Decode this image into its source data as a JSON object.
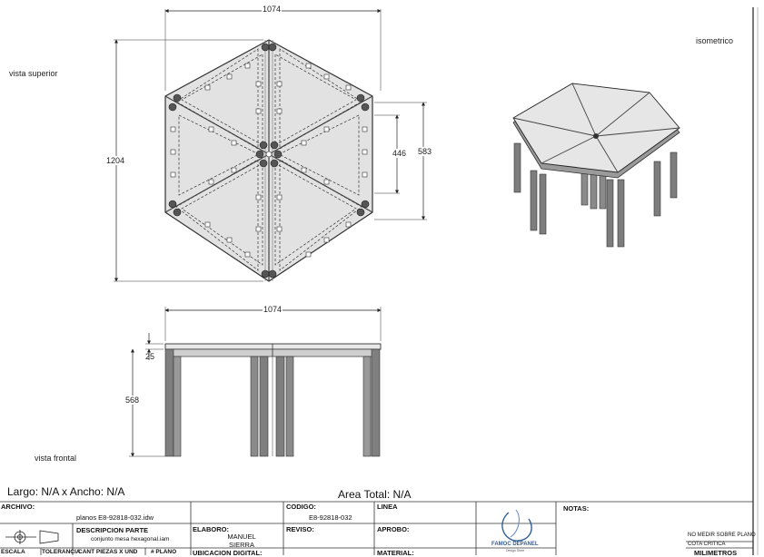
{
  "views": {
    "top_label": "vista superior",
    "iso_label": "isometrico",
    "front_label": "vista frontal"
  },
  "dimensions": {
    "top_width": "1074",
    "top_height": "1204",
    "side_outer": "583",
    "side_inner": "446",
    "front_width": "1074",
    "front_top": "25",
    "front_height": "568"
  },
  "summary": {
    "size": "Largo: N/A x Ancho: N/A",
    "area": "Area Total: N/A"
  },
  "title_block": {
    "archivo_h": "ARCHIVO:",
    "archivo_v": "planos E8-92818-032.idw",
    "codigo_h": "CODIGO:",
    "codigo_v": "E8-92818-032",
    "linea_h": "LINEA",
    "desc_h": "DESCRIPCION PARTE",
    "desc_v": "conjunto mesa hexagonal.iam",
    "elaboro_h": "ELABORO:",
    "elaboro_v": "MANUEL SIERRA",
    "reviso_h": "REVISO:",
    "aprobo_h": "APROBO:",
    "escala_h": "ESCALA",
    "tolerancia_h": "TOLERANCIA",
    "cant_h": "CANT PIEZAS X UND",
    "plano_h": "# PLANO",
    "ubicacion_h": "UBICACION DIGITAL:",
    "material_h": "MATERIAL:",
    "notas_h": "NOTAS:",
    "no_medir": "NO MEDIR SOBRE PLANO",
    "cota": "COTA CRITICA",
    "units": "MILIMETROS",
    "logo_text": "FAMOC DEPANEL",
    "logo_sub": "Design Store"
  }
}
